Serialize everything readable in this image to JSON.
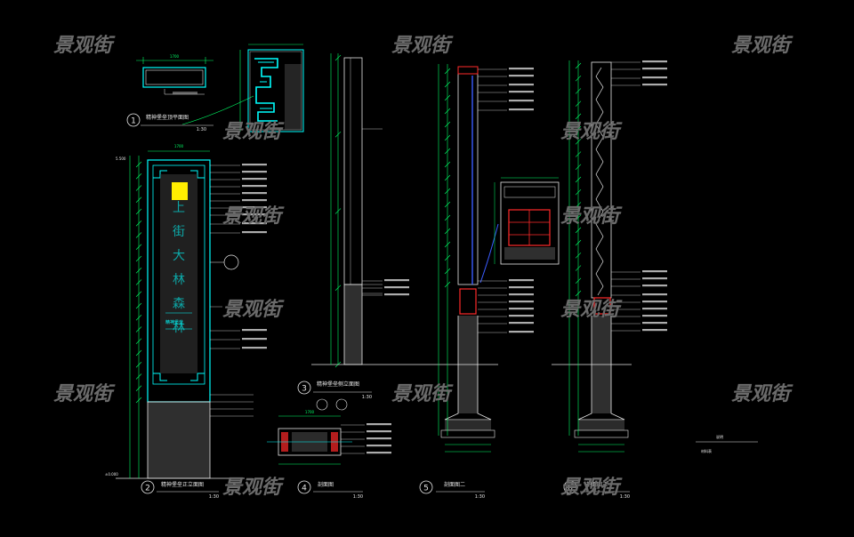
{
  "colors": {
    "background": "#000000",
    "dim_green": "#00ff66",
    "line_white": "#e6e6e6",
    "accent_cyan": "#00ffff",
    "accent_red": "#ff2a2a",
    "accent_yellow": "#ffee00",
    "accent_blue": "#3a5cff",
    "watermark": "#6b6b6b"
  },
  "watermark": {
    "text": "景观街"
  },
  "views": {
    "plan_top": {
      "number": "1",
      "title": "精神堡垒顶平面图",
      "scale": "1:30"
    },
    "front_elevation": {
      "number": "2",
      "title": "精神堡垒正立面图",
      "scale": "1:30",
      "sign_chars": [
        "上",
        "街",
        "大",
        "林",
        "森",
        "林"
      ]
    },
    "side_elevation": {
      "number": "3",
      "title": "精神堡垒侧立面图",
      "scale": "1:30"
    },
    "section_1": {
      "number": "4",
      "title": "剖面图",
      "scale": "1:30"
    },
    "section_2": {
      "number": "5",
      "title": "剖面图二",
      "scale": "1:30"
    },
    "section_3": {
      "number": "6",
      "title": "剖面图三",
      "scale": "1:30"
    }
  },
  "levels": {
    "ground": "±0.000",
    "top": "5.500"
  },
  "notes": {
    "legend_title": "说明",
    "legend_subtitle": "材料表"
  }
}
